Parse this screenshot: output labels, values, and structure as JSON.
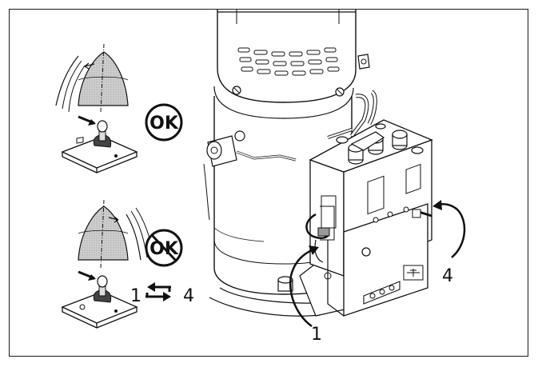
{
  "badges": {
    "ok_label": "OK",
    "not_ok_label": "OK"
  },
  "swap_indicator": {
    "left": "1",
    "right": "4"
  },
  "callouts": {
    "terminal_1": "1",
    "terminal_4": "4"
  },
  "colors": {
    "line": "#111111",
    "shade": "#bdbdbd",
    "body_fill": "#ffffff"
  },
  "icons": [
    "rotation-ok-icon",
    "rotation-wrong-icon",
    "joystick-icon",
    "swap-arrows-icon",
    "pump-motor-icon",
    "solenoid-relay-icon"
  ]
}
